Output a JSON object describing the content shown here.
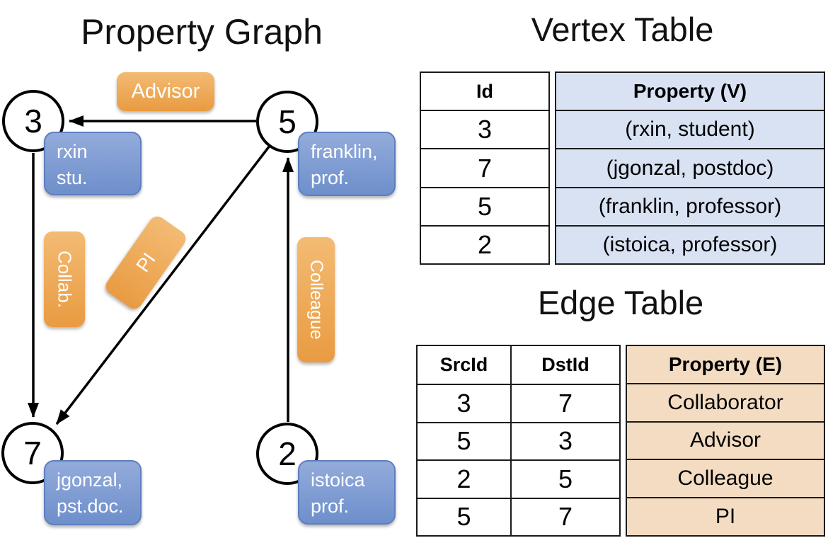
{
  "titles": {
    "graph": "Property Graph",
    "vertex_table": "Vertex Table",
    "edge_table": "Edge Table"
  },
  "graph": {
    "nodes": [
      {
        "id": "3"
      },
      {
        "id": "5"
      },
      {
        "id": "7"
      },
      {
        "id": "2"
      }
    ],
    "vertex_labels": [
      {
        "line1": "rxin",
        "line2": "stu."
      },
      {
        "line1": "franklin,",
        "line2": "prof."
      },
      {
        "line1": "jgonzal,",
        "line2": "pst.doc."
      },
      {
        "line1": "istoica",
        "line2": "prof."
      }
    ],
    "edge_labels": [
      {
        "label": "Advisor"
      },
      {
        "label": "Collab."
      },
      {
        "label": "PI"
      },
      {
        "label": "Colleague"
      }
    ]
  },
  "vertex_table": {
    "columns": [
      "Id",
      "Property (V)"
    ],
    "rows": [
      [
        "3",
        "(rxin, student)"
      ],
      [
        "7",
        "(jgonzal, postdoc)"
      ],
      [
        "5",
        "(franklin, professor)"
      ],
      [
        "2",
        "(istoica, professor)"
      ]
    ]
  },
  "edge_table": {
    "columns": [
      "SrcId",
      "DstId",
      "Property (E)"
    ],
    "rows": [
      [
        "3",
        "7",
        "Collaborator"
      ],
      [
        "5",
        "3",
        "Advisor"
      ],
      [
        "2",
        "5",
        "Colleague"
      ],
      [
        "5",
        "7",
        "PI"
      ]
    ]
  },
  "colors": {
    "vertex_property_bg": "#d9e2f3",
    "edge_property_bg": "#f3dcc2",
    "blue_box_top": "#93abdb",
    "blue_box_bottom": "#6e8fcb",
    "orange_box_top": "#f3bb74",
    "orange_box_bottom": "#e99b41",
    "table_border": "#1b1b1b",
    "edge_stroke": "#000000"
  }
}
